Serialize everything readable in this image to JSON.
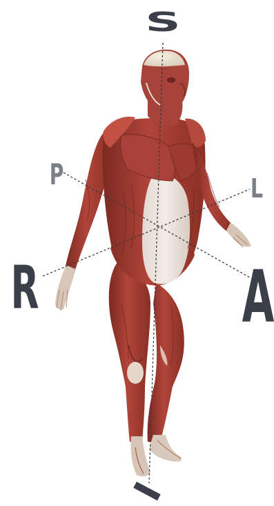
{
  "figure": {
    "axis_labels": {
      "superior": "S",
      "inferior": "I",
      "posterior": "P",
      "left": "L",
      "right": "R",
      "anterior": "A"
    },
    "colors": {
      "label_dark": "#3a3f4a",
      "label_light": "#7b8088",
      "axis_line": "#3a3a3a",
      "muscle": "#a03a30",
      "muscle_dark": "#7c2a22",
      "muscle_highlight": "#c55a48",
      "tendon": "#e8dccf",
      "bone": "#efe6d8"
    }
  }
}
